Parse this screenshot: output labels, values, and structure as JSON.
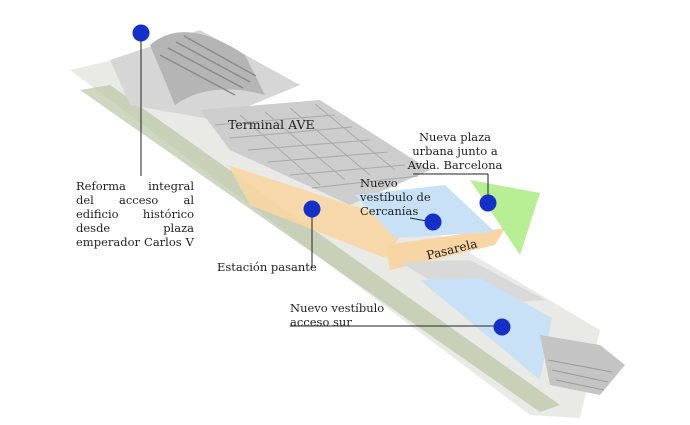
{
  "labels": {
    "terminal": "Terminal AVE",
    "plaza": "Nueva plaza\nurbana junto a\nAvda. Barcelona",
    "cercanias": "Nuevo\nvestíbulo de\nCercanías",
    "pasarela": "Pasarela",
    "reforma": "Reforma integral del acceso al edificio histórico desde plaza emperador Carlos V",
    "estacion": "Estación pasante",
    "vestibulo_sur": "Nuevo vestíbulo\nacceso sur"
  },
  "colors": {
    "marker": "#1530c8",
    "estacion_zone": "#f8d6a4",
    "vestibulo_zone": "#c9e1f6",
    "plaza_zone": "#b8ee94",
    "pasarela_zone": "#f8d6a4",
    "building": "#dcdcdc",
    "roof": "#c8c8c8",
    "leader": "#222222"
  },
  "icons": [
    "location-marker-icon"
  ]
}
